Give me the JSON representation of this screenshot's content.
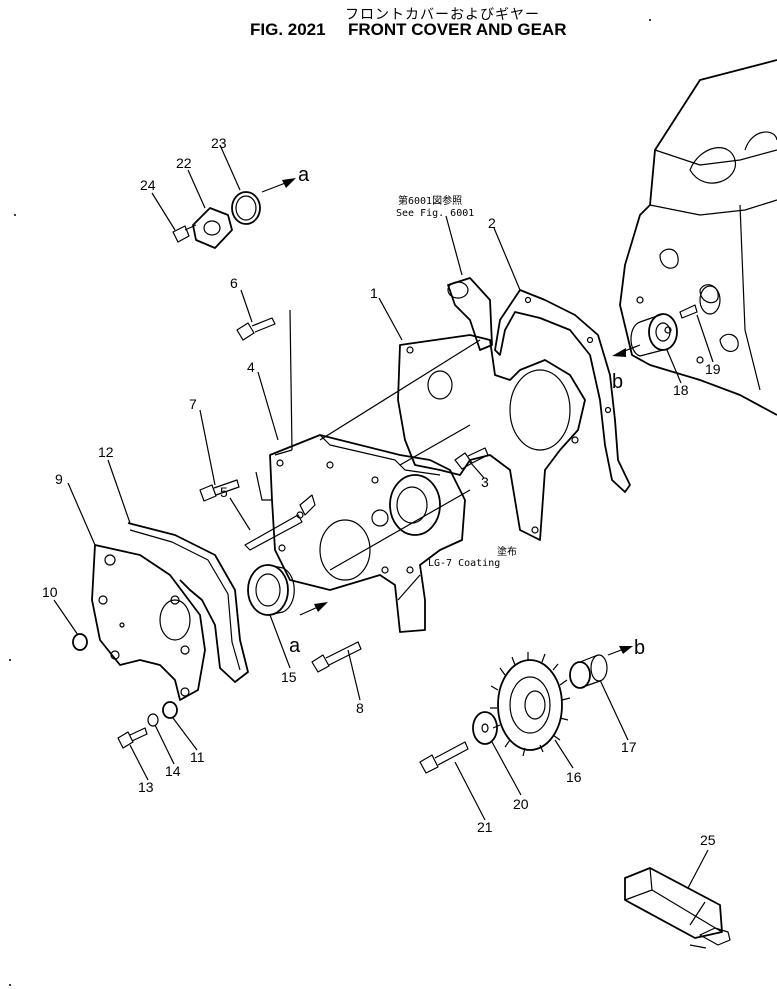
{
  "header": {
    "japanese_title": "フロントカバーおよびギヤー",
    "fig_label": "FIG. 2021",
    "title": "FRONT COVER AND GEAR"
  },
  "callouts": {
    "see_fig_jp": "第6001図参照",
    "see_fig": "See Fig. 6001",
    "coating_jp": "塗布",
    "coating": "LG-7  Coating"
  },
  "letters": [
    "a",
    "a",
    "b",
    "b"
  ],
  "part_numbers": [
    "1",
    "2",
    "3",
    "4",
    "5",
    "6",
    "7",
    "8",
    "9",
    "10",
    "11",
    "12",
    "13",
    "14",
    "15",
    "16",
    "17",
    "18",
    "19",
    "20",
    "21",
    "22",
    "23",
    "24",
    "25"
  ]
}
